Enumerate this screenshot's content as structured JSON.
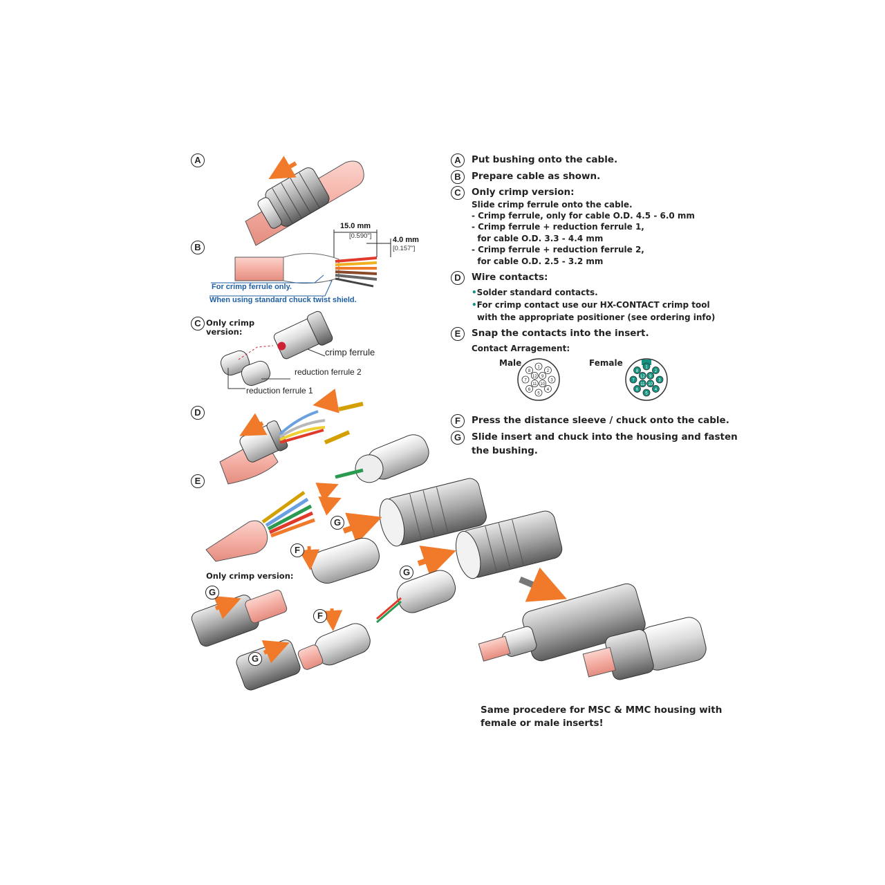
{
  "markers": {
    "A": "A",
    "B": "B",
    "C": "C",
    "D": "D",
    "E": "E",
    "F": "F",
    "G": "G"
  },
  "steps": {
    "a": "Put bushing onto the cable.",
    "b": "Prepare cable as shown.",
    "c_title": "Only crimp version:",
    "c_lines": [
      "Slide crimp ferrule onto the cable.",
      "- Crimp ferrule, only for cable O.D. 4.5 - 6.0 mm",
      "- Crimp ferrule + reduction ferrule 1,",
      "  for cable O.D. 3.3 - 4.4 mm",
      "- Crimp ferrule + reduction ferrule 2,",
      "  for cable O.D. 2.5 - 3.2 mm"
    ],
    "d_title": "Wire contacts:",
    "d_bullets": [
      "Solder standard contacts.",
      "For crimp contact use our HX-CONTACT crimp tool",
      "with the appropriate positioner (see ordering info)"
    ],
    "e": "Snap the contacts into the insert.",
    "e_contact": "Contact Arragement:",
    "male": "Male",
    "female": "Female",
    "f": "Press the distance sleeve / chuck onto the cable.",
    "g_line1": "Slide insert and chuck into the housing and fasten",
    "g_line2": "the bushing."
  },
  "dims": {
    "d1": "15.0 mm",
    "d1_in": "[0.590\"]",
    "d2": "4.0 mm",
    "d2_in": "[0.157\"]"
  },
  "notes_b": {
    "crimp": "For crimp ferrule only.",
    "chuck": "When using standard chuck twist shield."
  },
  "c_figure": {
    "label_line1": "Only crimp",
    "label_line2": "version:",
    "crimp_ferrule": "crimp ferrule",
    "reduction2": "reduction ferrule 2",
    "reduction1": "reduction ferrule 1"
  },
  "only_crimp": "Only crimp version:",
  "pins_male": [
    "1",
    "2",
    "3",
    "4",
    "5",
    "6",
    "7",
    "8",
    "9",
    "10",
    "11",
    "12"
  ],
  "pins_female": [
    "1",
    "2",
    "3",
    "4",
    "5",
    "6",
    "7",
    "8",
    "9",
    "10",
    "11",
    "12"
  ],
  "footer_line1": "Same procedere for MSC & MMC housing with",
  "footer_line2": "female or male inserts!",
  "colors": {
    "cable": "#f4b3a8",
    "arrow": "#f07a2a",
    "accent": "#14927f",
    "note": "#1f5fa3"
  }
}
